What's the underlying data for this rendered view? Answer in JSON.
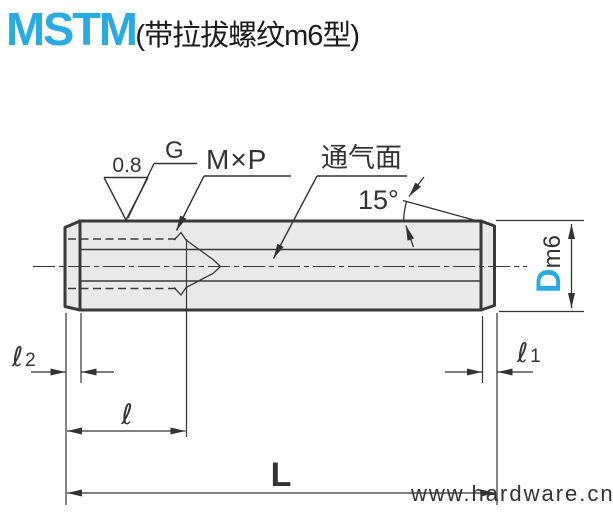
{
  "title": {
    "model": "MSTM",
    "subtitle": "(带拉拔螺纹m6型)"
  },
  "annotations": {
    "surface_roughness": "0.8",
    "grind_symbol": "G",
    "thread_spec": "M×P",
    "vent_surface": "通气面",
    "chamfer_angle": "15°",
    "diameter": {
      "letter": "D",
      "fit": "m6"
    }
  },
  "dimensions": {
    "l2": {
      "symbol": "ℓ",
      "sub": "2"
    },
    "l": {
      "symbol": "ℓ"
    },
    "l1": {
      "symbol": "ℓ",
      "sub": "1"
    },
    "overall_length": "L"
  },
  "colors": {
    "accent": "#29abe2",
    "line": "#3a3a3a",
    "body_fill": "#e9e9e9",
    "watermark": "#d5d5d5"
  },
  "watermark": "www.hardware.cn"
}
